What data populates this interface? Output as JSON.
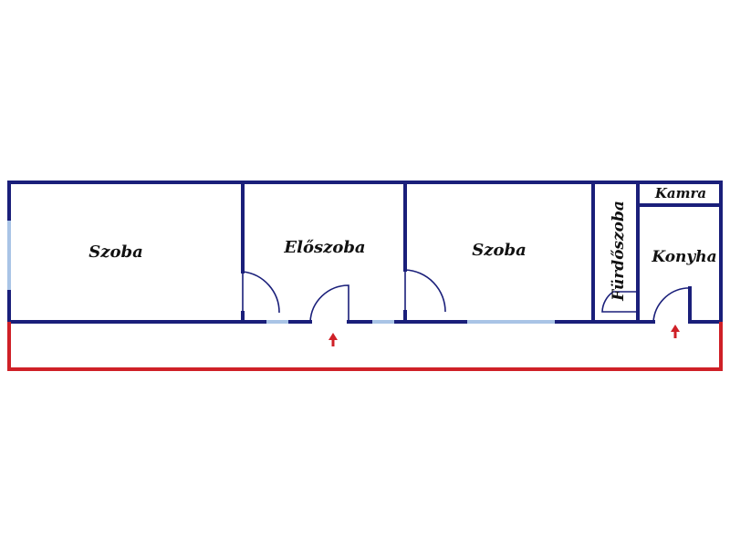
{
  "rooms": {
    "szoba_1": "Szoba",
    "eloszoba": "Előszoba",
    "szoba_2": "Szoba",
    "furdoszoba": "Fürdőszoba",
    "kamra": "Kamra",
    "konyha": "Konyha"
  },
  "colors": {
    "wall": "#1a1f7a",
    "window": "#a9c4e6",
    "terrace": "#cf2027",
    "entry_arrow": "#cf2027"
  }
}
